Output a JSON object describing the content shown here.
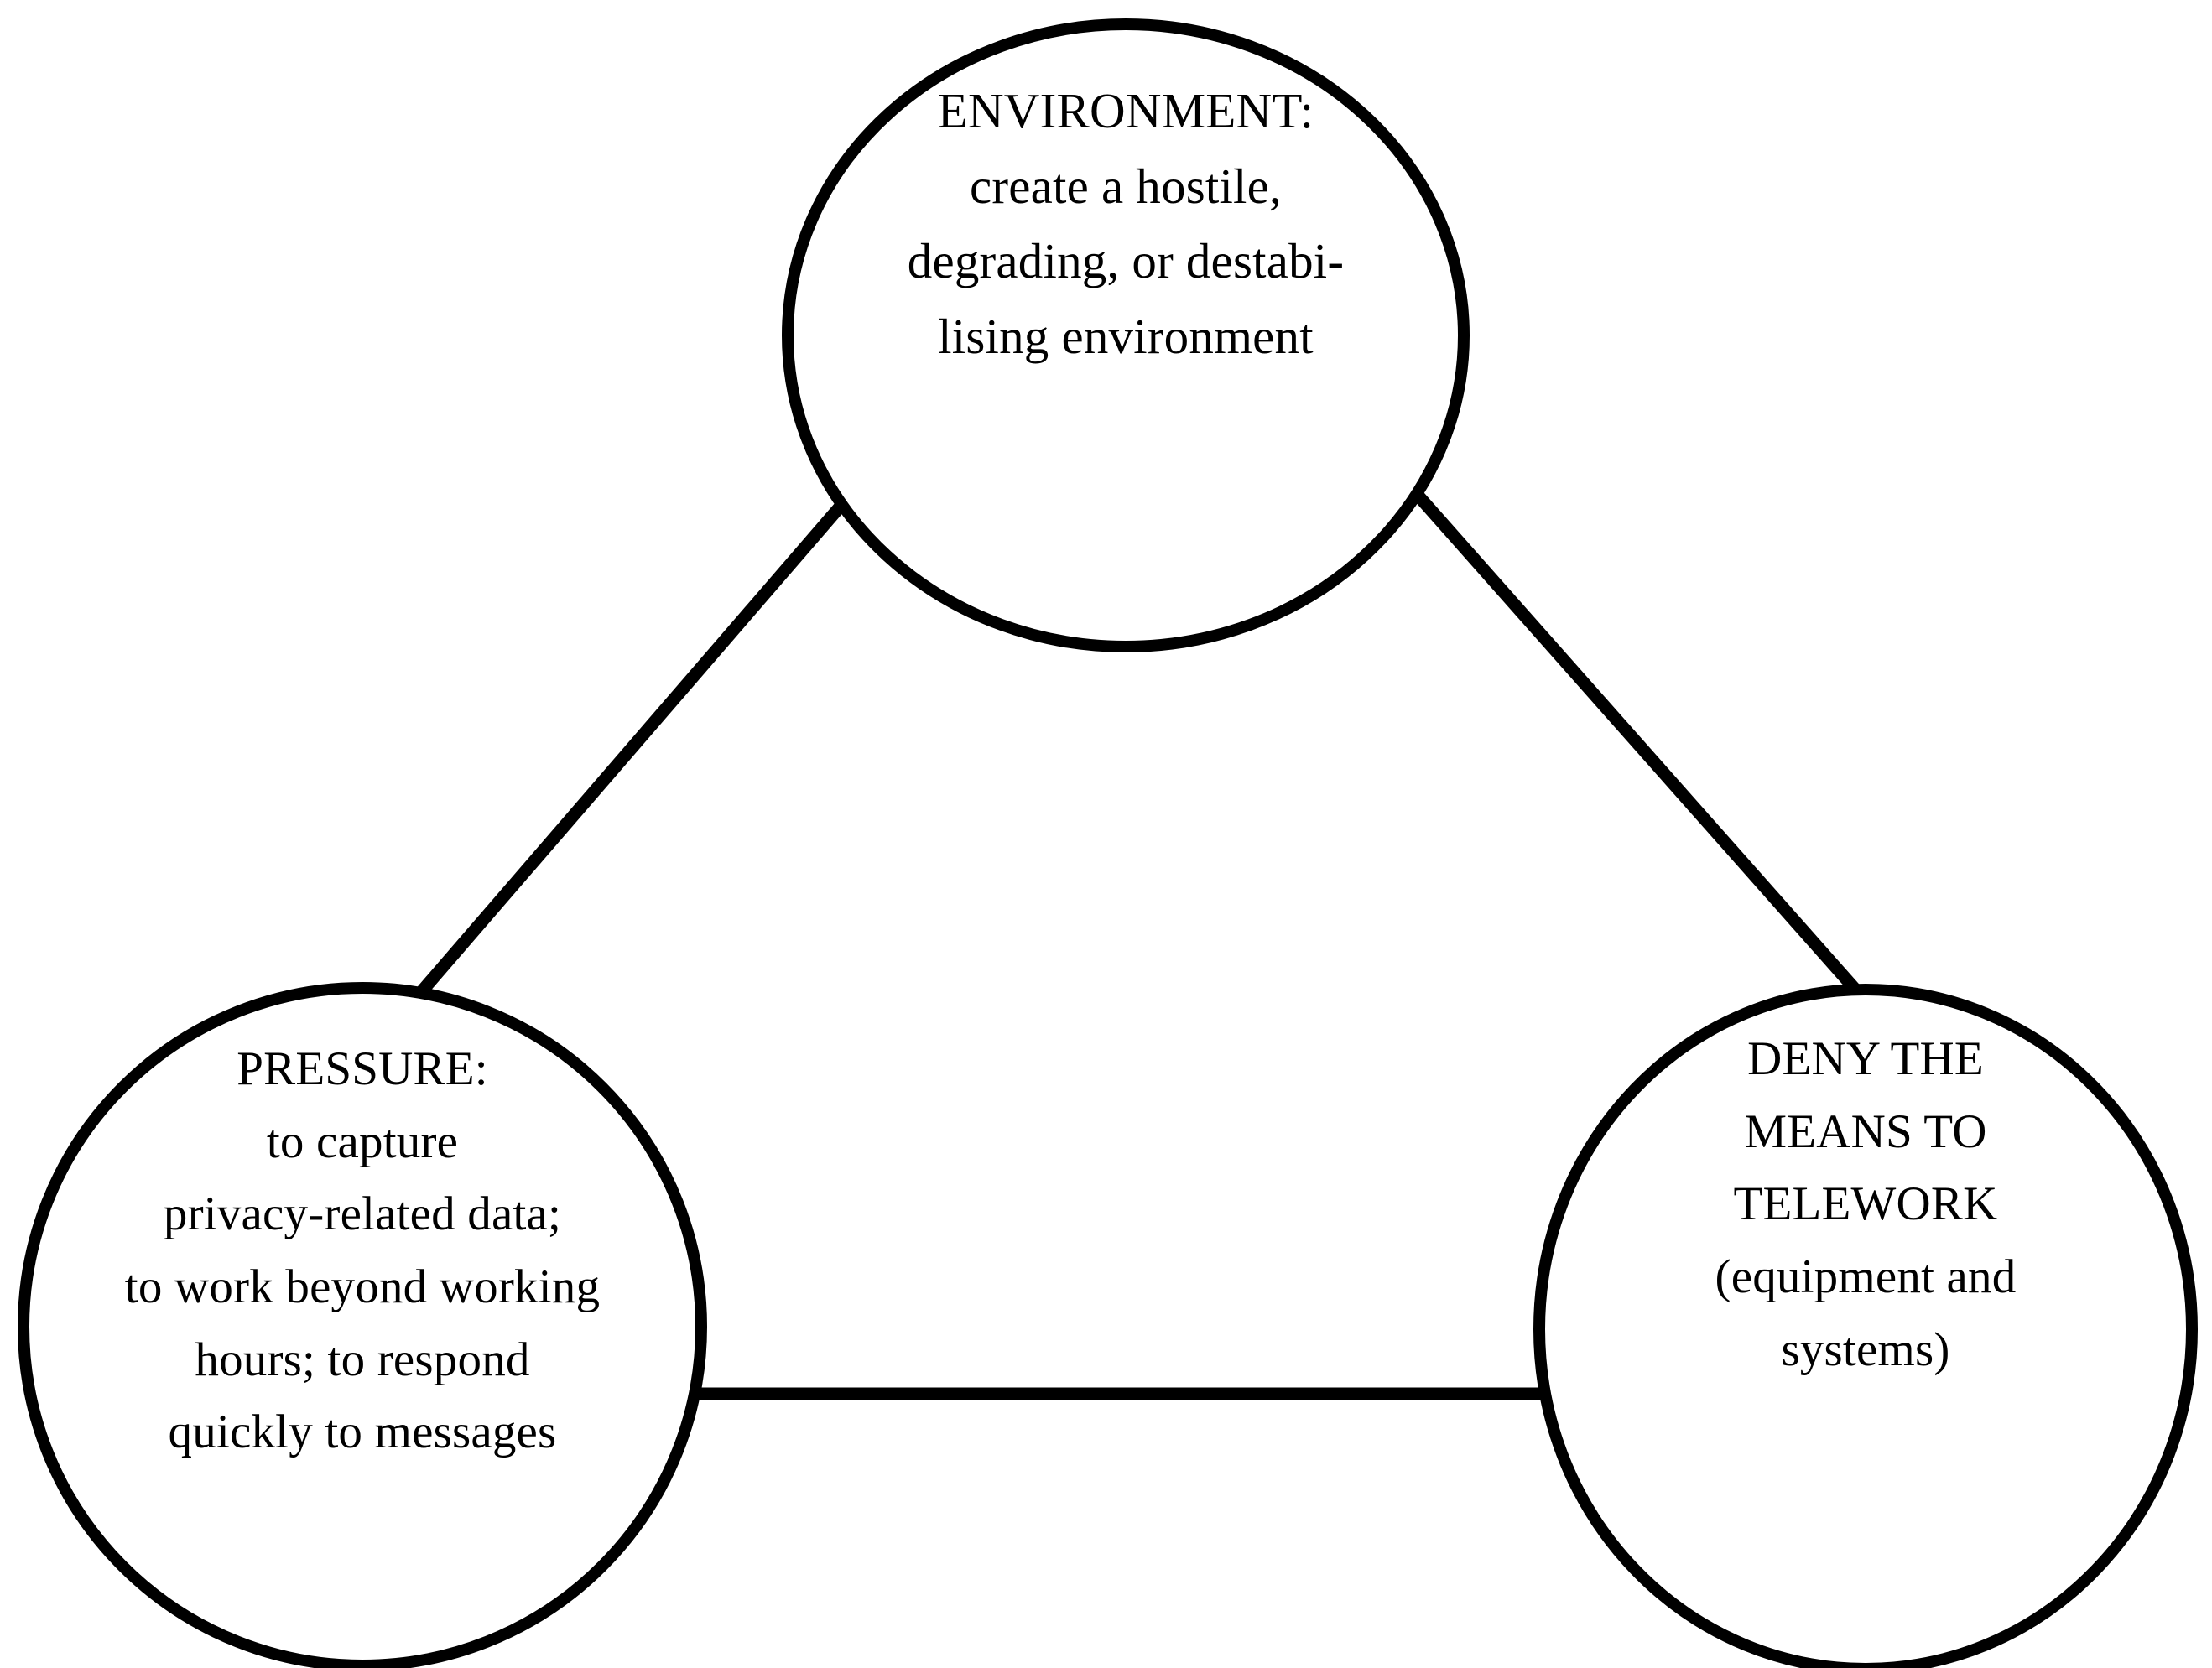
{
  "diagram": {
    "type": "triangle-cycle",
    "title": "",
    "background_color": "#ffffff",
    "stroke_color": "#000000",
    "text_color": "#000000",
    "nodes": [
      {
        "id": "environment",
        "name": "environment-node",
        "heading": "ENVIRONMENT:",
        "lines": [
          "ENVIRONMENT:",
          "create a hostile,",
          "degrading, or destabi-",
          "lising environment"
        ],
        "shape": "circle",
        "position": "top"
      },
      {
        "id": "pressure",
        "name": "pressure-node",
        "heading": "PRESSURE:",
        "lines": [
          "PRESSURE:",
          "to capture",
          "privacy-related data;",
          "to work beyond working",
          "hours; to respond",
          "quickly to messages"
        ],
        "shape": "circle",
        "position": "bottom-left"
      },
      {
        "id": "deny-means",
        "name": "deny-means-node",
        "heading": "DENY THE MEANS TO TELEWORK",
        "lines": [
          "DENY THE",
          "MEANS TO",
          "TELEWORK",
          "(equipment and",
          "systems)"
        ],
        "shape": "circle",
        "position": "bottom-right"
      }
    ],
    "connectors": [
      {
        "id": "environment-pressure",
        "from": "environment",
        "to": "pressure",
        "style": "solid-line"
      },
      {
        "id": "environment-deny",
        "from": "environment",
        "to": "deny-means",
        "style": "solid-line"
      },
      {
        "id": "pressure-deny",
        "from": "pressure",
        "to": "deny-means",
        "style": "solid-line"
      }
    ]
  }
}
